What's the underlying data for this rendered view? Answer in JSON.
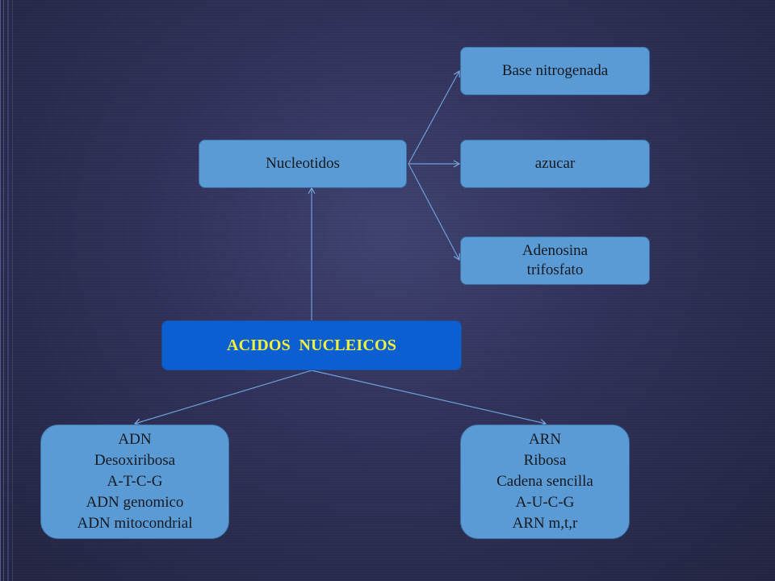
{
  "root": {
    "label": "ACIDOS  NUCLEICOS"
  },
  "nucleotidos": {
    "label": "Nucleotidos"
  },
  "components": [
    {
      "lines": [
        "Base nitrogenada"
      ]
    },
    {
      "lines": [
        "azucar"
      ]
    },
    {
      "lines": [
        "Adenosina",
        "trifosfato"
      ]
    }
  ],
  "adn": {
    "lines": [
      "ADN",
      "Desoxiribosa",
      "A-T-C-G",
      "ADN genomico",
      "ADN mitocondrial"
    ]
  },
  "arn": {
    "lines": [
      "ARN",
      "Ribosa",
      "Cadena sencilla",
      "A-U-C-G",
      "ARN m,t,r"
    ]
  },
  "colors": {
    "box_fill": "#5b9bd5",
    "box_border": "#3c6fa3",
    "root_fill": "#0b5fd1",
    "root_text": "#f2f23a",
    "connector": "#6e9ed6",
    "background": "#2e3058"
  }
}
